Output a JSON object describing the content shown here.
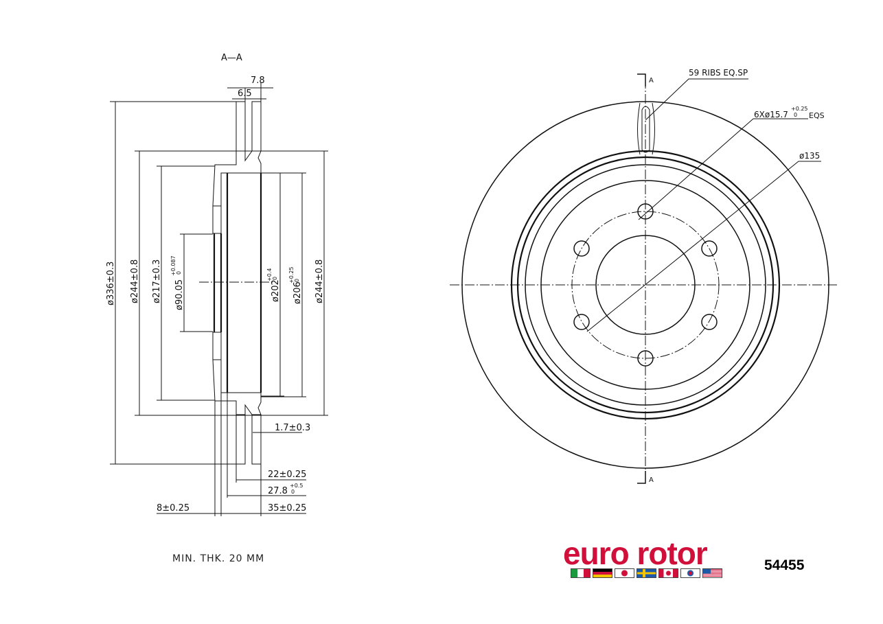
{
  "section_label": "A—A",
  "section_marker": "A",
  "left_view": {
    "top_dims": {
      "outer_width": "7.8",
      "inner_width": "6.5"
    },
    "diameters": [
      {
        "main": "ø336±0.3",
        "tol": ""
      },
      {
        "main": "ø244±0.8",
        "tol": ""
      },
      {
        "main": "ø217±0.3",
        "tol": ""
      },
      {
        "main": "ø90.05",
        "tol_upper": "+0.087",
        "tol_lower": "0"
      },
      {
        "main": "ø202",
        "tol_upper": "+0.4",
        "tol_lower": "0"
      },
      {
        "main": "ø206",
        "tol_upper": "+0.25",
        "tol_lower": "0"
      },
      {
        "main": "ø244±0.8",
        "tol": ""
      }
    ],
    "bottom_dims": {
      "hat_wall": "1.7±0.3",
      "rotor_thickness": "22±0.25",
      "offset": {
        "main": "27.8",
        "tol_upper": "+0.5",
        "tol_lower": "0"
      },
      "total_height": "35±0.25",
      "hat_thickness": "8±0.25"
    }
  },
  "right_view": {
    "ribs_note": "59 RIBS EQ.SP",
    "holes_note": {
      "prefix": "6Xø15.7",
      "tol_upper": "+0.25",
      "tol_lower": "0",
      "suffix": "EQS"
    },
    "bolt_circle": "ø135"
  },
  "min_thickness_note": "MIN. THK. 20 MM",
  "brand": {
    "name": "euro rotor",
    "color": "#d0103a",
    "flags": [
      "italy",
      "germany",
      "japan",
      "sweden",
      "canada",
      "korea",
      "usa"
    ]
  },
  "part_number": "54455"
}
